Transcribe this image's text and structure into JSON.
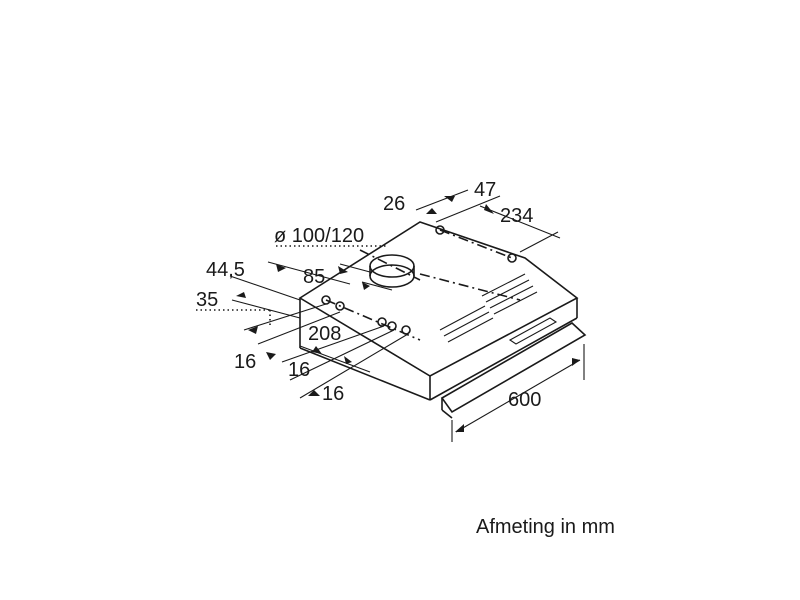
{
  "caption": "Afmeting in mm",
  "dimensions": {
    "top_offset_26": "26",
    "top_offset_47": "47",
    "depth_234": "234",
    "duct_diameter": "ø 100/120",
    "duct_85": "85",
    "left_44_5": "44,5",
    "left_35": "35",
    "spacing_208": "208",
    "spacing_16_a": "16",
    "spacing_16_b": "16",
    "spacing_16_c": "16",
    "width_600": "600"
  }
}
